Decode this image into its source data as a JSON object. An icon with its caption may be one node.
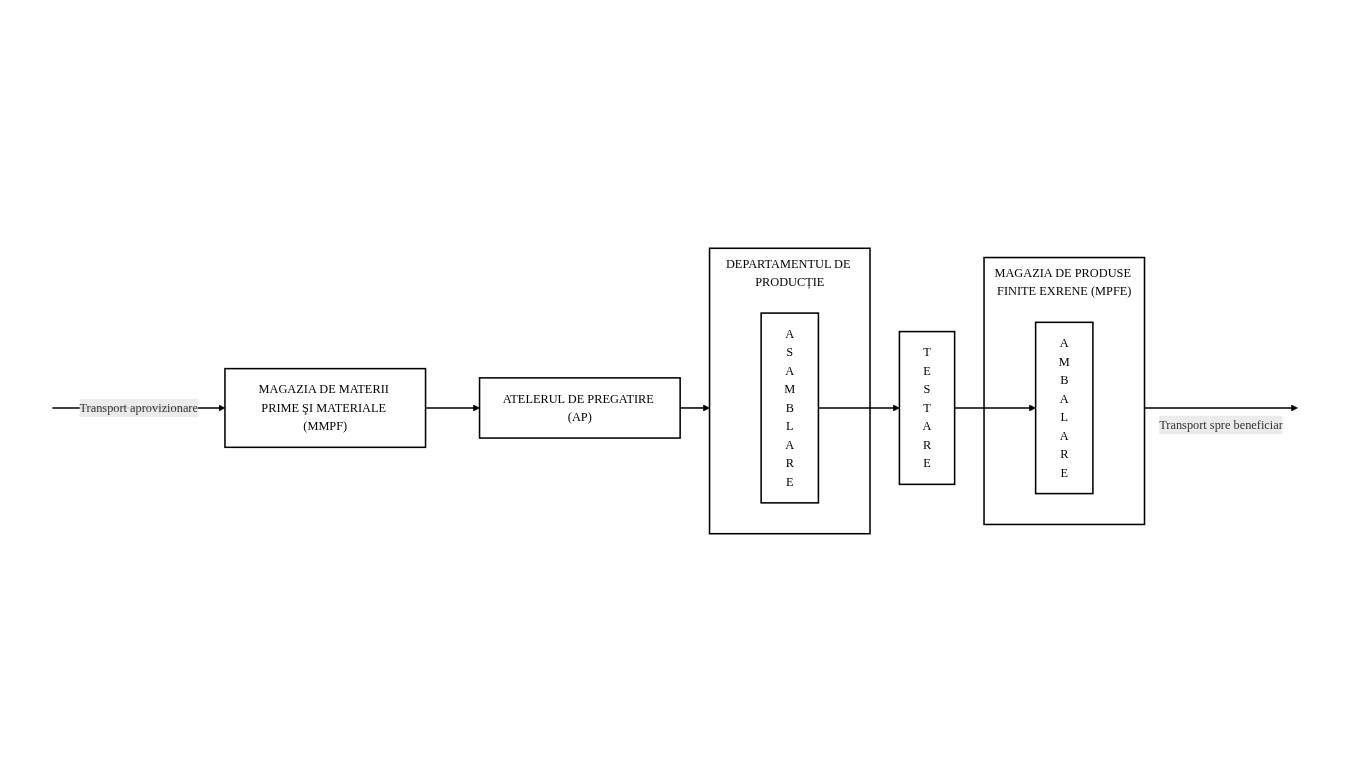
{
  "diagram": {
    "nodes": [
      {
        "text": [
          "DEPARTAMENTUL DE PRODUCȚIE"
        ]
      },
      {
        "text": [
          "A S A M B L A R E"
        ],
        "in": 0
      },
      {
        "text": [
          "T E S T A R E"
        ]
      },
      {
        "text": [
          "MAGAZIA DE PRODUSE FINITE EXRENE (MPFE)"
        ]
      },
      {
        "text": [
          "A M B A L A R E"
        ],
        "in": 3
      },
      {
        "text": [
          "ATELERUL DE PREGATIRE (AP)"
        ]
      },
      {
        "text": [
          "MAGAZIA DE MATERII PRIME ŞI MATERIALE (MMPF)"
        ]
      }
    ],
    "edges": [
      {
        "from": 1,
        "to": 2,
        "arrow": "to"
      },
      {
        "from": 2,
        "to": 4,
        "arrow": "to"
      },
      {
        "from": 3,
        "to": null,
        "arrow": "to",
        "label": "Transport spre beneficiar"
      },
      {
        "from": 5,
        "to": 0,
        "arrow": "to"
      },
      {
        "from": 6,
        "to": 5,
        "arrow": "to"
      },
      {
        "from": null,
        "to": 6,
        "arrow": "to",
        "label": "Transport aprovizionare"
      }
    ]
  }
}
